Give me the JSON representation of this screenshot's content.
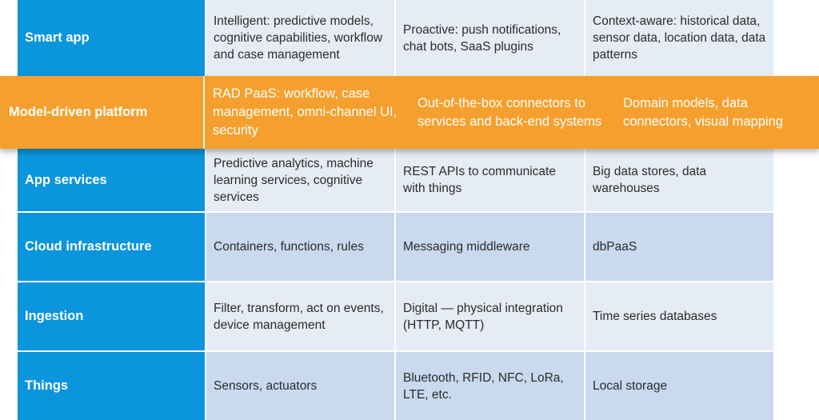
{
  "colors": {
    "label_bg": "#0a95dc",
    "highlight_bg": "#f5a02e",
    "row_light": "#e6ecf5",
    "row_mid": "#c9d9ee"
  },
  "rows": [
    {
      "label": "Smart app",
      "cells": [
        "Intelligent: predictive models, cognitive capabilities, workflow and case management",
        "Proactive: push notifications, chat bots, SaaS plugins",
        "Context-aware: historical data, sensor data, location data, data patterns"
      ]
    },
    {
      "label": "App services",
      "cells": [
        "Predictive analytics, machine learning services, cognitive services",
        "REST APIs to communicate with things",
        "Big data stores, data warehouses"
      ]
    },
    {
      "label": "Cloud infrastructure",
      "cells": [
        "Containers, functions, rules",
        "Messaging middleware",
        "dbPaaS"
      ]
    },
    {
      "label": "Ingestion",
      "cells": [
        "Filter, transform, act on events, device management",
        "Digital — physical integration (HTTP, MQTT)",
        "Time series databases"
      ]
    },
    {
      "label": "Things",
      "cells": [
        "Sensors, actuators",
        "Bluetooth, RFID, NFC, LoRa, LTE, etc.",
        "Local storage"
      ]
    }
  ],
  "highlight": {
    "label": "Model-driven platform",
    "cells": [
      "RAD PaaS: workflow, case management, omni-channel UI, security",
      "Out-of-the-box connectors to services and back-end systems",
      "Domain models, data connectors, visual mapping"
    ]
  }
}
